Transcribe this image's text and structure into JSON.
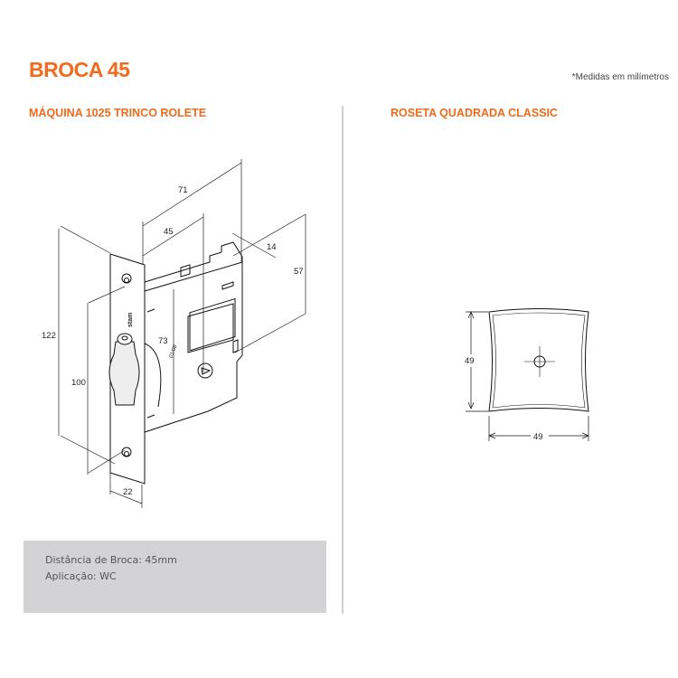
{
  "header": {
    "title": "BROCA 45",
    "note": "*Medidas em milímetros"
  },
  "left": {
    "subtitle": "MÁQUINA 1025 TRINCO ROLETE",
    "dimensions": {
      "d71": "71",
      "d45": "45",
      "d14": "14",
      "d57": "57",
      "d122": "122",
      "d100": "100",
      "d73": "73",
      "d22": "22"
    },
    "info": {
      "distance": "Distância de Broca: 45mm",
      "application": "Aplicação: WC"
    }
  },
  "right": {
    "subtitle": "ROSETA QUADRADA CLASSIC",
    "dimensions": {
      "height": "49",
      "width": "49"
    }
  }
}
